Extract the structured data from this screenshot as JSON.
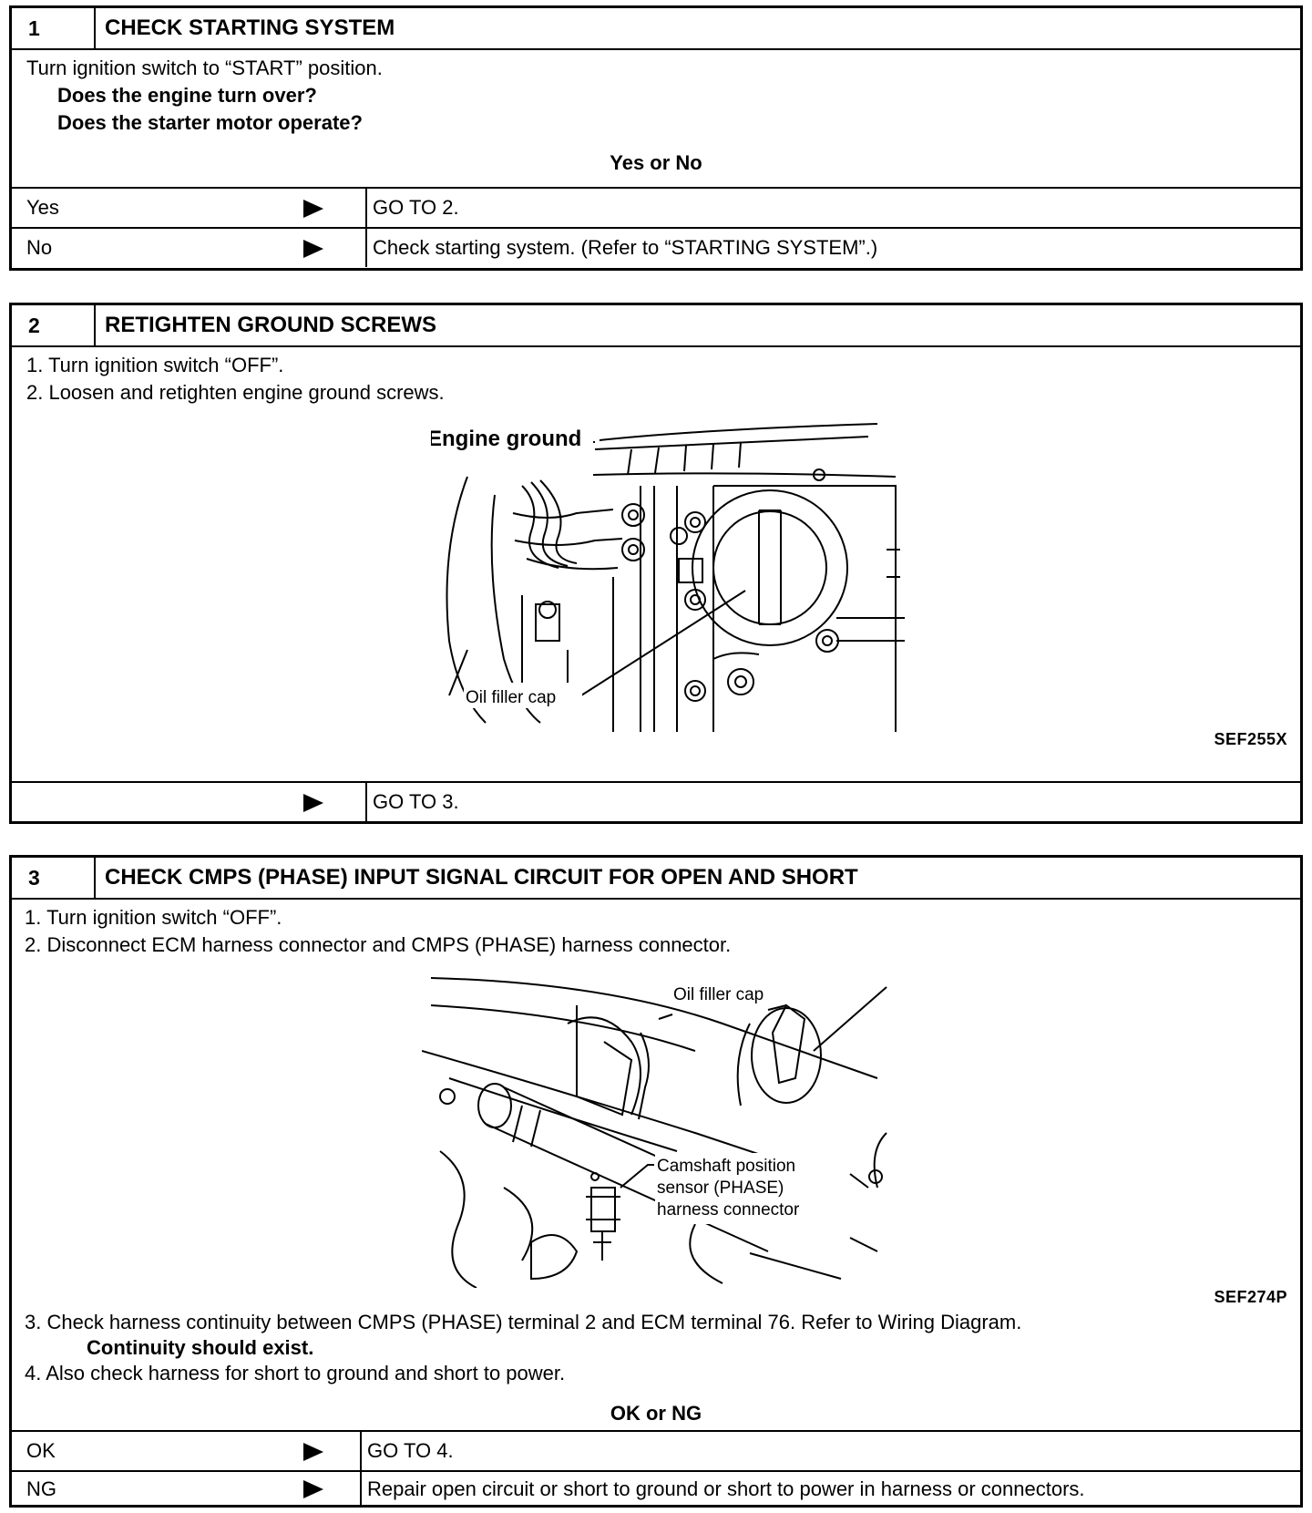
{
  "steps": [
    {
      "number": "1",
      "title": "CHECK STARTING SYSTEM",
      "lines": [
        "Turn ignition switch to “START” position.",
        "Does the engine turn over?",
        "Does the starter motor operate?"
      ],
      "prompt": "Yes or No",
      "results": [
        {
          "label": "Yes",
          "action": "GO TO 2."
        },
        {
          "label": "No",
          "action": "Check starting system. (Refer to “STARTING SYSTEM”.)"
        }
      ]
    },
    {
      "number": "2",
      "title": "RETIGHTEN GROUND SCREWS",
      "lines": [
        "1.  Turn ignition switch “OFF”.",
        "2.  Loosen and retighten engine ground screws."
      ],
      "figure": {
        "labels": [
          "Engine ground",
          "Oil filler cap"
        ],
        "code": "SEF255X"
      },
      "results": [
        {
          "label": "",
          "action": "GO TO 3."
        }
      ]
    },
    {
      "number": "3",
      "title": "CHECK CMPS (PHASE) INPUT SIGNAL CIRCUIT FOR OPEN AND SHORT",
      "lines": [
        "1.  Turn ignition switch “OFF”.",
        "2.  Disconnect ECM harness connector and CMPS (PHASE) harness connector."
      ],
      "figure": {
        "labels": [
          "Oil filler cap",
          "Camshaft position",
          "sensor (PHASE)",
          "harness connector"
        ],
        "code": "SEF274P"
      },
      "lines_after": [
        "3.  Check harness continuity between CMPS (PHASE) terminal 2 and ECM terminal 76. Refer to Wiring Diagram.",
        "Continuity should exist.",
        "4.  Also check harness for short to ground and short to power."
      ],
      "prompt": "OK or NG",
      "results": [
        {
          "label": "OK",
          "action": "GO TO 4."
        },
        {
          "label": "NG",
          "action": "Repair open circuit or short to ground or short to power in harness or connectors."
        }
      ]
    }
  ]
}
